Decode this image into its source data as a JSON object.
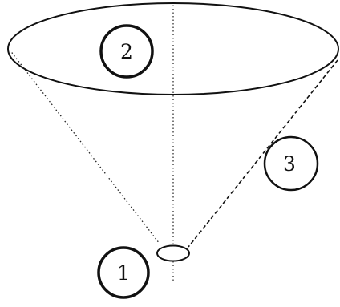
{
  "labels": {
    "apex": "1",
    "top_ellipse": "2",
    "side_line": "3"
  },
  "colors": {
    "background": "#ffffff",
    "stroke": "#111111"
  }
}
